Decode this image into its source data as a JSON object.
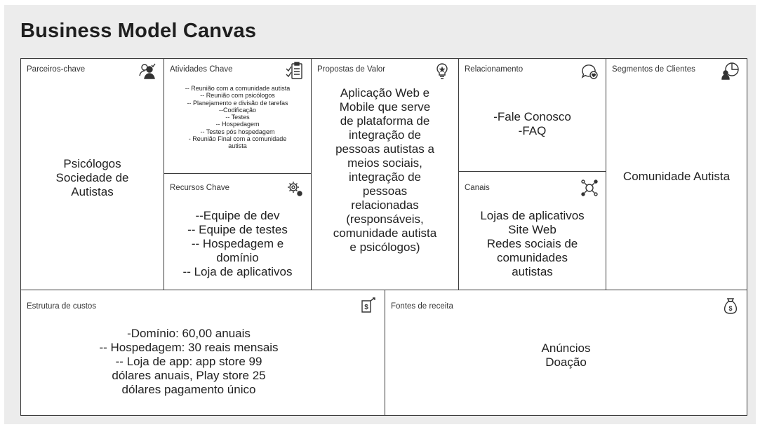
{
  "title": "Business Model Canvas",
  "blocks": {
    "parceiros": {
      "label": "Parceiros-chave",
      "icon": "partners-icon",
      "lines": [
        "Psicólogos",
        "Sociedade de",
        "Autistas"
      ]
    },
    "atividades": {
      "label": "Atividades Chave",
      "icon": "clipboard-checklist-icon",
      "lines": [
        "-- Reunião com a comunidade autista",
        "-- Reunião com psicólogos",
        "-- Planejamento e divisão de tarefas",
        "--Codificação",
        "-- Testes",
        "-- Hospedagem",
        "-- Testes pós hospedagem",
        "- Reunião Final com a comunidade",
        "autista"
      ]
    },
    "recursos": {
      "label": "Recursos Chave",
      "icon": "gears-icon",
      "lines": [
        "--Equipe de dev",
        "-- Equipe de testes",
        "-- Hospedagem e",
        "domínio",
        "-- Loja de aplicativos"
      ]
    },
    "propostas": {
      "label": "Propostas de Valor",
      "icon": "lightbulb-icon",
      "lines": [
        "Aplicação Web e",
        "Mobile que serve",
        "de plataforma de",
        "integração de",
        "pessoas autistas a",
        "meios sociais,",
        "integração de",
        "pessoas",
        "relacionadas",
        "(responsáveis,",
        "comunidade autista",
        "e psicólogos)"
      ]
    },
    "relacionamento": {
      "label": "Relacionamento",
      "icon": "chat-heart-icon",
      "lines": [
        "-Fale Conosco",
        "-FAQ"
      ]
    },
    "canais": {
      "label": "Canais",
      "icon": "network-nodes-icon",
      "lines": [
        "Lojas de aplicativos",
        "Site Web",
        "Redes sociais de",
        "comunidades",
        "autistas"
      ]
    },
    "segmentos": {
      "label": "Segmentos de Clientes",
      "icon": "pie-chart-user-icon",
      "lines": [
        "Comunidade Autista"
      ]
    },
    "custos": {
      "label": "Estrutura de custos",
      "icon": "price-tag-icon",
      "lines": [
        "-Domínio: 60,00 anuais",
        "-- Hospedagem: 30 reais mensais",
        "-- Loja de app: app store 99",
        "dólares anuais, Play store 25",
        "dólares pagamento único"
      ]
    },
    "receita": {
      "label": "Fontes de receita",
      "icon": "money-bag-icon",
      "lines": [
        "Anúncios",
        "Doação"
      ]
    }
  }
}
